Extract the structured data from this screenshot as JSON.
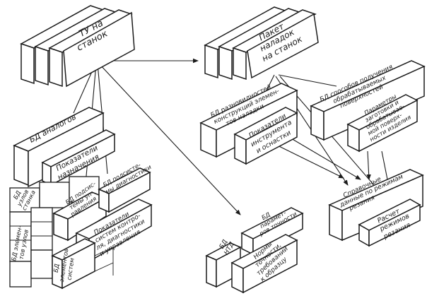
{
  "nodes": {
    "tu": [
      "ТУ на",
      "станок"
    ],
    "paket": [
      "Пакет",
      "наладок",
      "на станок"
    ],
    "bd_analogov": [
      "БД аналогов"
    ],
    "pokazateli_naznacheniya": [
      "Показатели",
      "назначения"
    ],
    "bd_sposobov": [
      "БД способов получения",
      "обрабатываемых",
      "поверхностей"
    ],
    "parametry_zagotovki": [
      "Параметры",
      "заготовки и",
      "обрабатывае-",
      "мой поверх-",
      "ности изделия"
    ],
    "bd_raznovidnostei": [
      "БД разновидностей",
      "конструкций элемен-",
      "тов наладки"
    ],
    "pokazateli_instrumenta": [
      "Показатели",
      "инструмента",
      "и оснастки"
    ],
    "bd_podsistem_diag": [
      "БД подсисте-",
      "мы диагностики"
    ],
    "bd_podsistem_upr": [
      "БД подсис-",
      "темы уп-",
      "равления"
    ],
    "bd_uzlov": [
      "БД",
      "узлов",
      "станка"
    ],
    "bd_elementov_uzlov": [
      "БД элемен-",
      "тов узлов"
    ],
    "pokazateli_kontrolya": [
      "Показатели",
      "систем контро-",
      "ля, диагностики",
      "и управления"
    ],
    "bd_elementov_sistem": [
      "БД",
      "элементов",
      "систем"
    ],
    "spravochnye": [
      "Справочные",
      "данные по режимам",
      "резания"
    ],
    "raschet": [
      "Расчет",
      "режимов",
      "резания"
    ],
    "bd_ntd": [
      "БД",
      "НТД"
    ],
    "bd_parametrov": [
      "БД",
      "парамет-",
      "ров точности"
    ],
    "normy": [
      "Нормы",
      "точности,",
      "требований",
      "к образцу"
    ]
  }
}
